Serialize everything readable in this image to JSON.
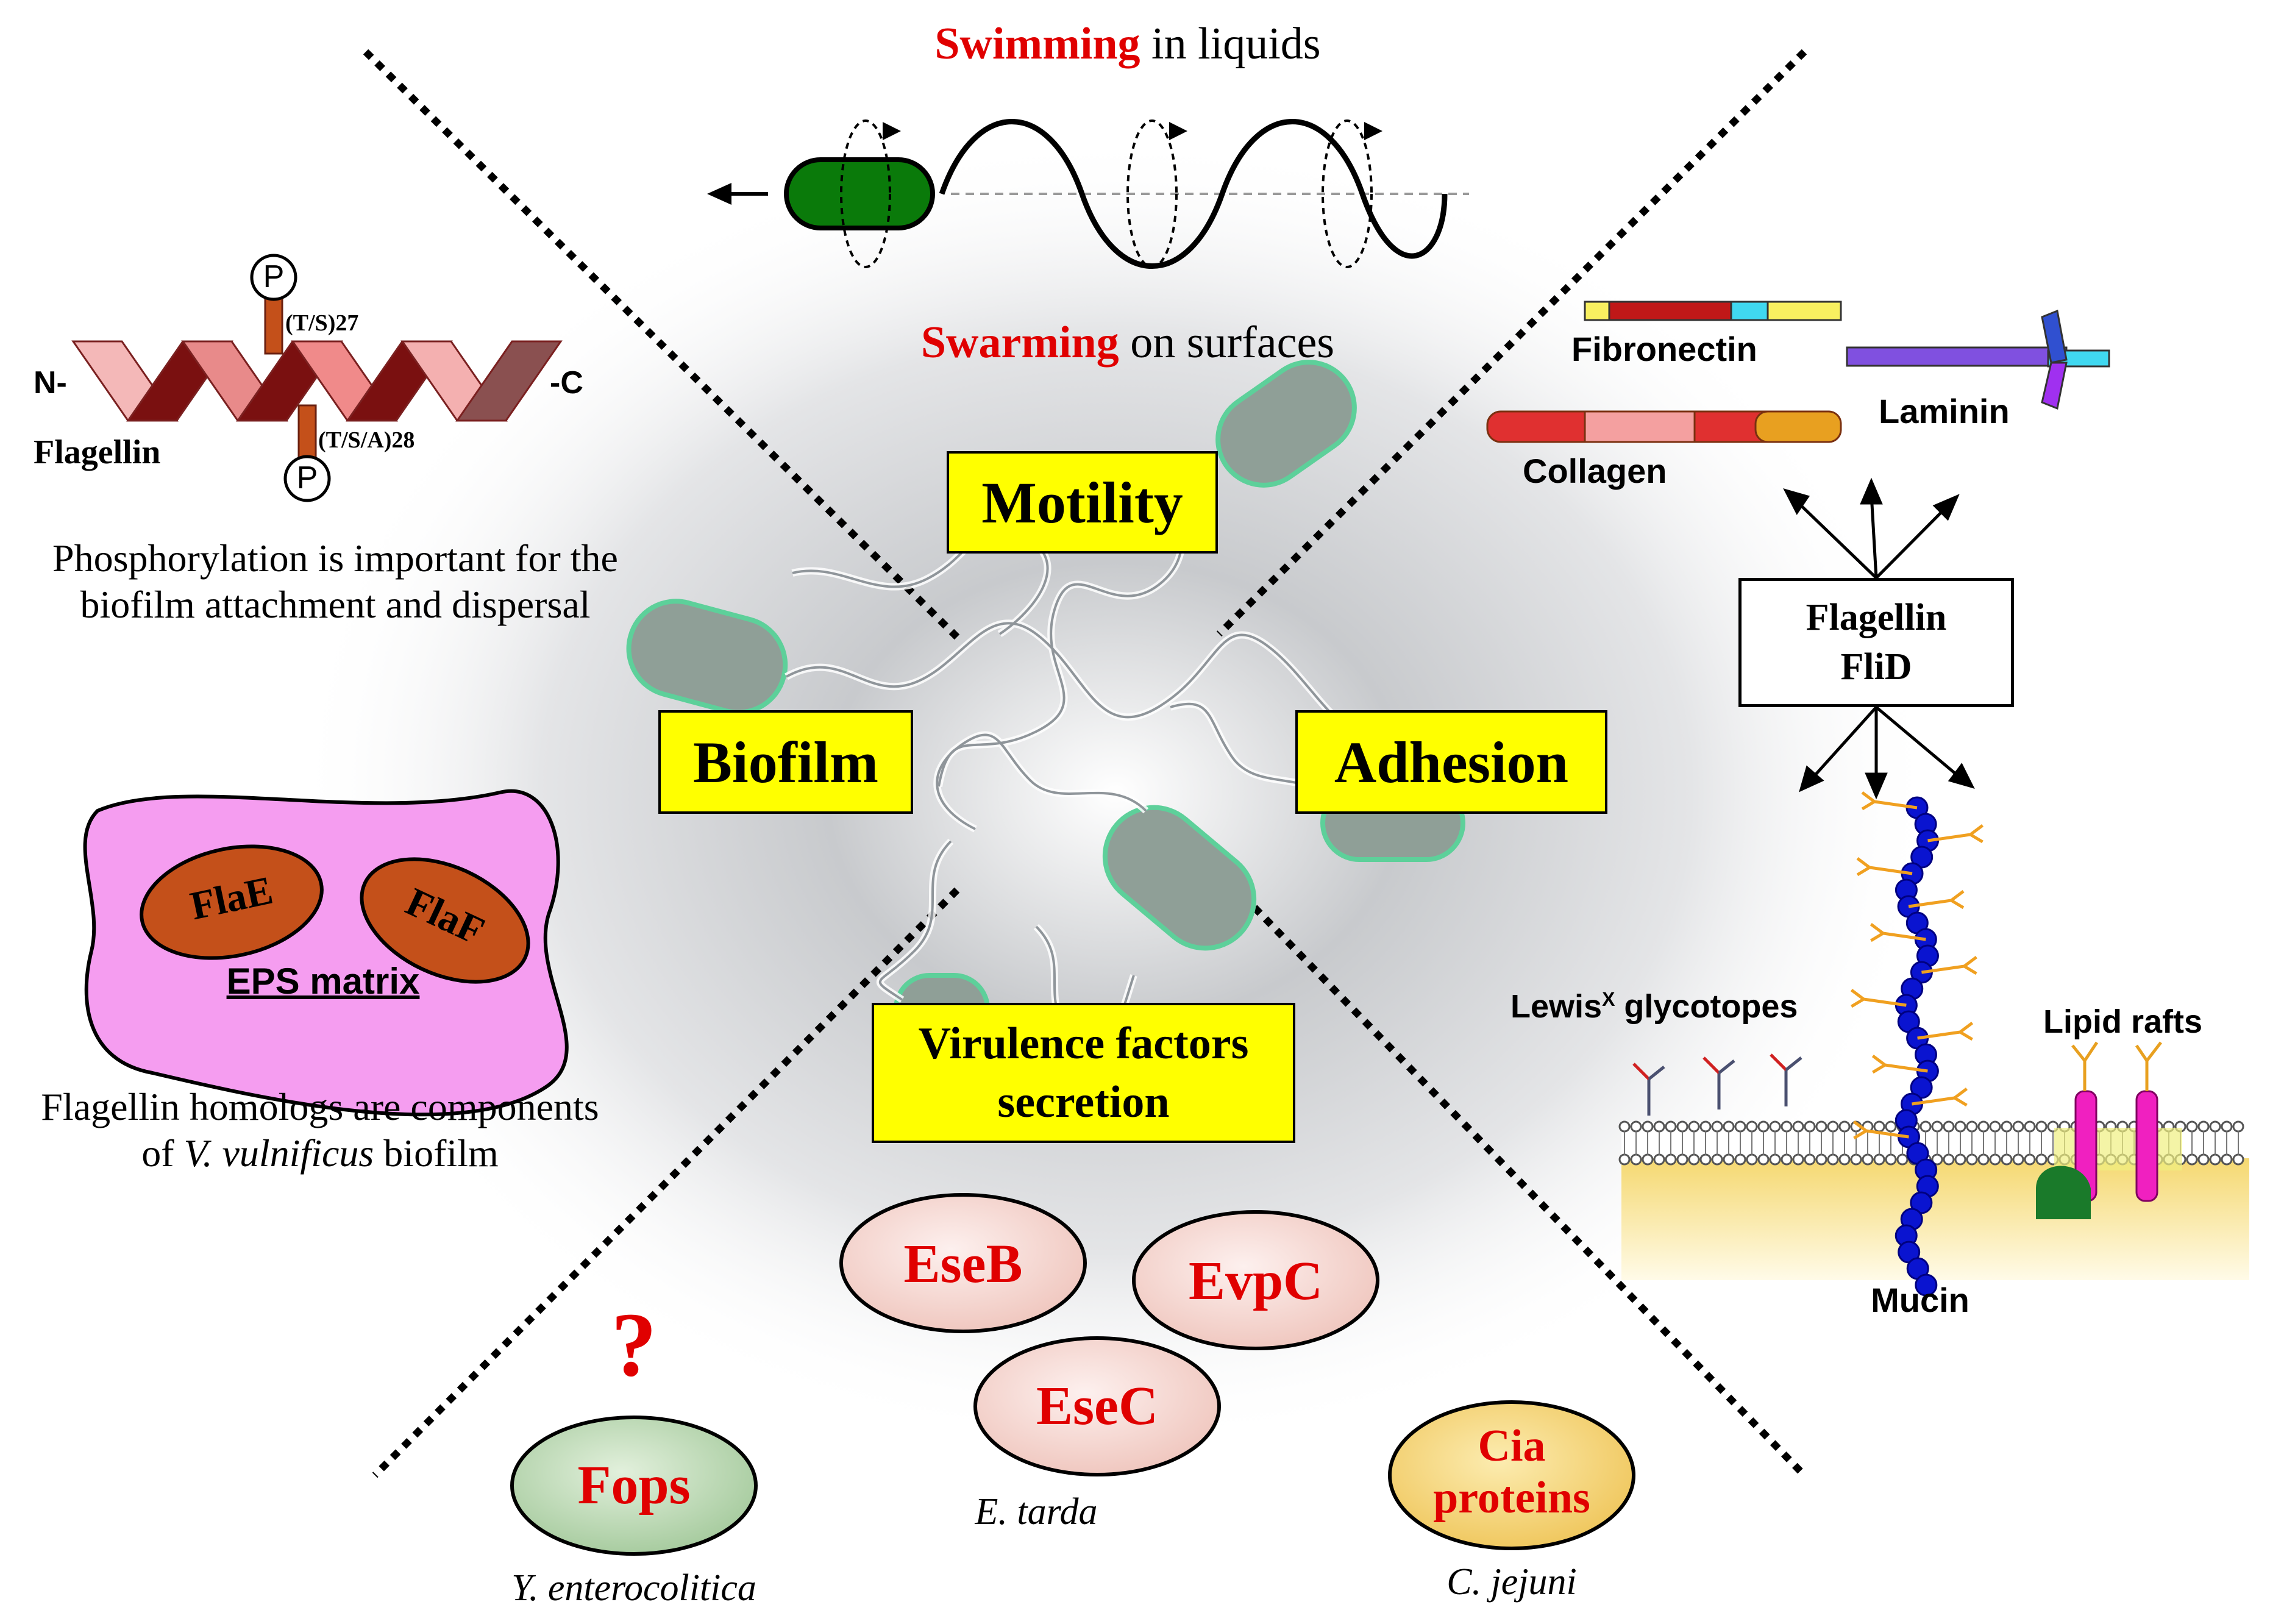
{
  "top": {
    "swimming_word": "Swimming",
    "swimming_rest": " in liquids",
    "swarming_word": "Swarming",
    "swarming_rest": " on surfaces"
  },
  "center_boxes": {
    "motility": "Motility",
    "biofilm": "Biofilm",
    "adhesion": "Adhesion",
    "virulence_line1": "Virulence factors",
    "virulence_line2": "secretion"
  },
  "flagellin_panel": {
    "n_term": "N-",
    "c_term": "-C",
    "label": "Flagellin",
    "phos_symbol": "P",
    "site_top": "(T/S)27",
    "site_bottom": "(T/S/A)28",
    "caption_line1": "Phosphorylation is important for the",
    "caption_line2": "biofilm attachment and dispersal"
  },
  "biofilm_panel": {
    "protein_a": "FlaE",
    "protein_b": "FlaF",
    "matrix_label": "EPS matrix",
    "caption_line1": "Flagellin homologs are components",
    "caption_line2_prefix": "of ",
    "caption_line2_italic": "V. vulnificus",
    "caption_line2_suffix": " biofilm"
  },
  "adhesion_panel": {
    "fibronectin": "Fibronectin",
    "laminin": "Laminin",
    "collagen": "Collagen",
    "box_line1": "Flagellin",
    "box_line2": "FliD",
    "lewis_prefix": "Lewis",
    "lewis_sup": "X",
    "lewis_suffix": " glycotopes",
    "lipid_rafts": "Lipid rafts",
    "mucin": "Mucin"
  },
  "virulence_panel": {
    "question": "?",
    "fops": "Fops",
    "fops_species": "Y. enterocolitica",
    "eseb": "EseB",
    "evpc": "EvpC",
    "esec": "EseC",
    "ese_species": "E. tarda",
    "cia_line1": "Cia",
    "cia_line2": "proteins",
    "cia_species": "C. jejuni"
  },
  "colors": {
    "highlight_red": "#e00000",
    "box_yellow": "#ffff00",
    "bacterium_green": "#0a7a0a",
    "eps_pink": "#f59df0",
    "flagellin_protein_orange": "#c4501a",
    "fops_green": "#c8e0c0",
    "ese_pink": "#f6d6d0",
    "cia_yellow": "#f8dc80",
    "mucin_blue": "#0a14d0"
  },
  "icons": [
    "bacterium-icon",
    "phosphate-icon",
    "flagellin-helix-icon",
    "mucin-chain-icon",
    "membrane-bilayer-icon"
  ]
}
